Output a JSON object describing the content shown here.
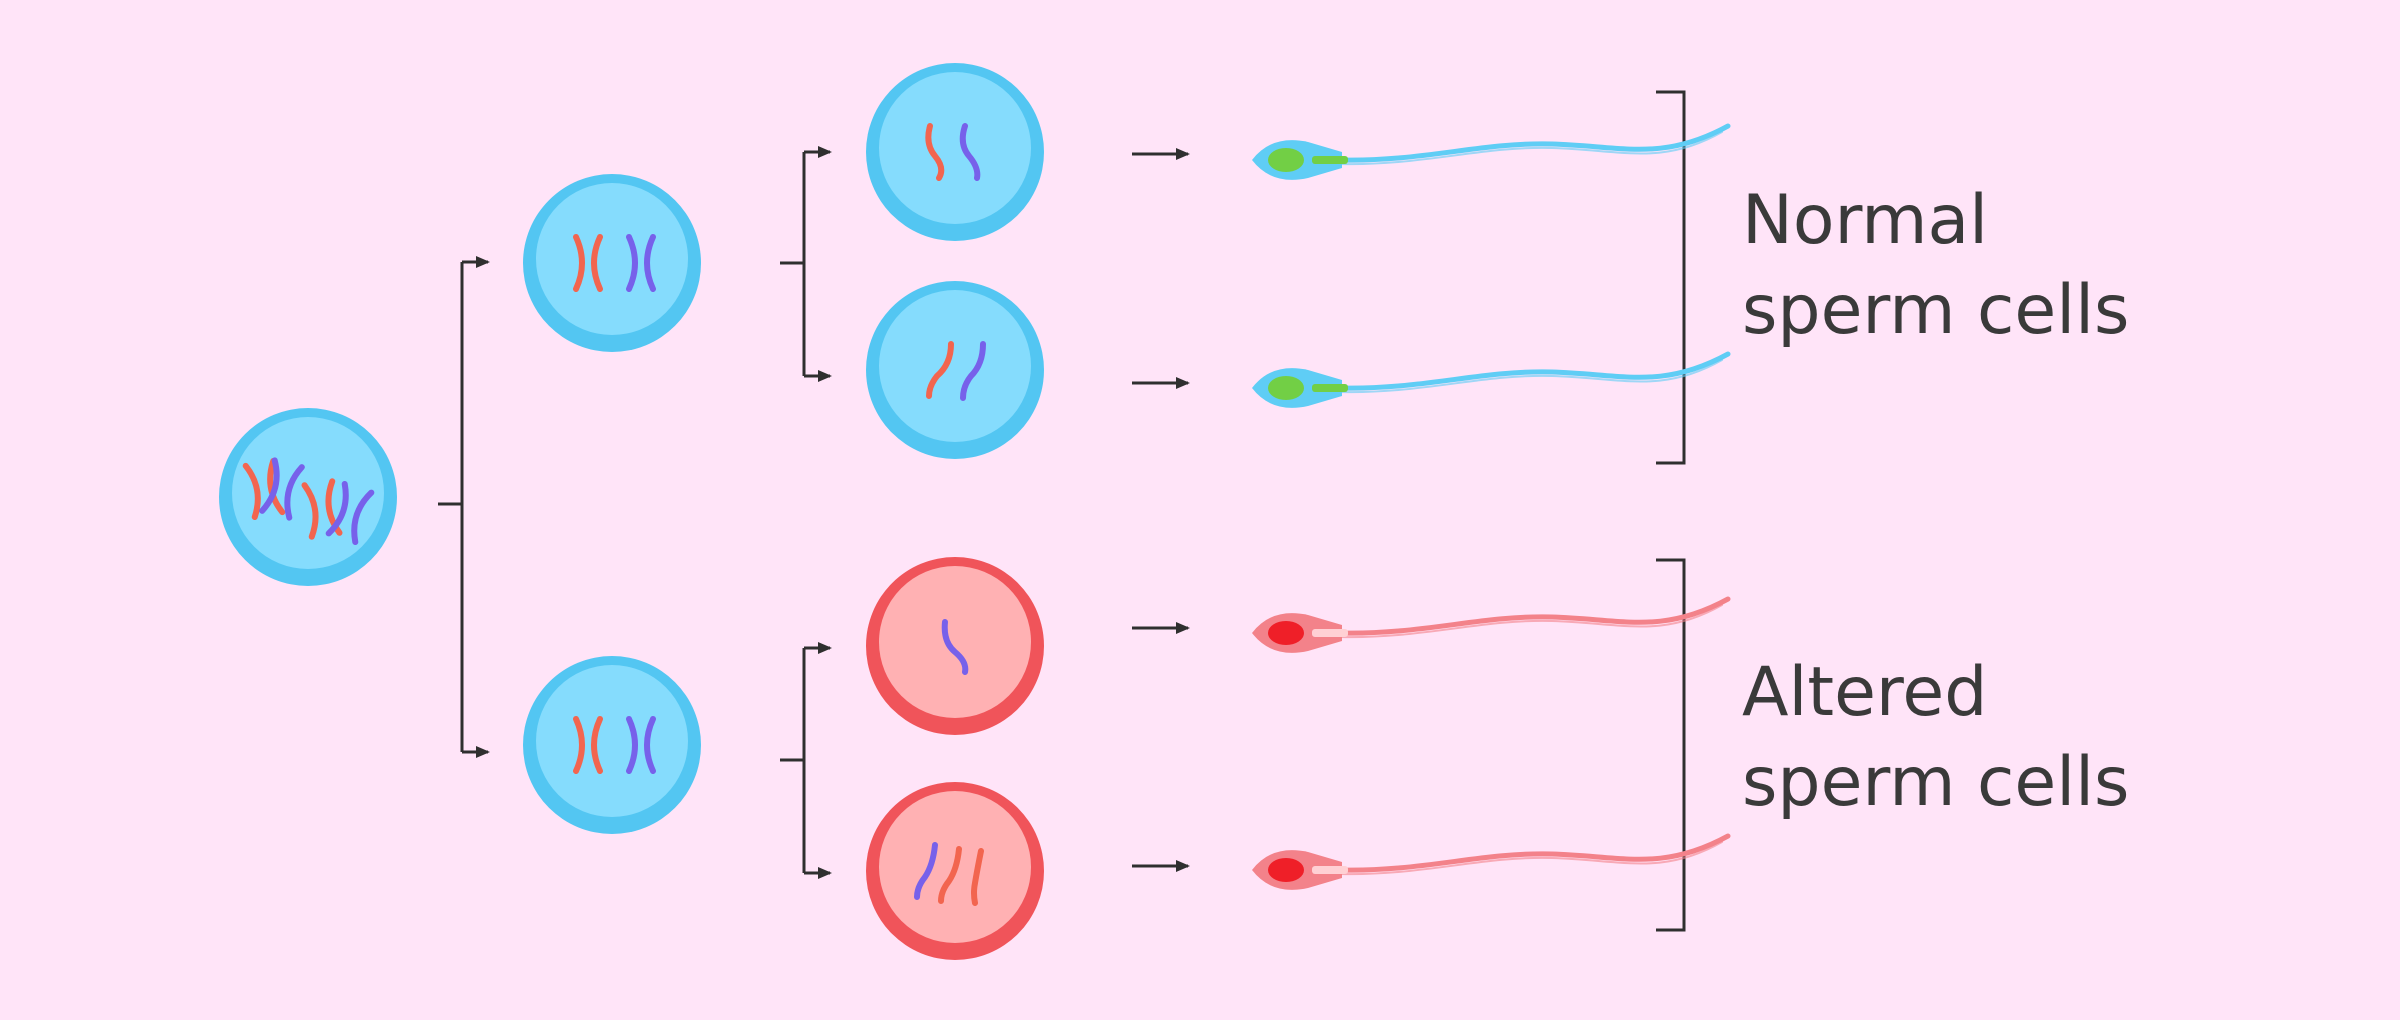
{
  "labels": {
    "normal": "Normal\nsperm cells",
    "altered": "Altered\nsperm cells"
  },
  "groups": [
    {
      "name": "normal",
      "members": [
        0,
        1
      ],
      "status": "normal"
    },
    {
      "name": "altered",
      "members": [
        2,
        3
      ],
      "status": "altered"
    }
  ],
  "cells": {
    "parent": {
      "status": "normal",
      "chromosome_pairs": 2
    },
    "secondary": [
      {
        "status": "normal",
        "chromosomes": [
          "red-x",
          "blue-x"
        ]
      },
      {
        "status": "normal",
        "chromosomes": [
          "red-x",
          "blue-x"
        ]
      }
    ],
    "gametes": [
      {
        "status": "normal",
        "chromosome_count": 2,
        "chromosomes": [
          "red",
          "blue"
        ]
      },
      {
        "status": "normal",
        "chromosome_count": 2,
        "chromosomes": [
          "red",
          "blue"
        ]
      },
      {
        "status": "altered",
        "chromosome_count": 1,
        "chromosomes": [
          "blue"
        ]
      },
      {
        "status": "altered",
        "chromosome_count": 3,
        "chromosomes": [
          "blue",
          "red",
          "red"
        ]
      }
    ]
  },
  "colors": {
    "background": "#ffe4f8",
    "line": "#2f2f2f",
    "text": "#3a3a3a",
    "normal_cell": "#53c6f2",
    "normal_cell_inner": "#85dcfd",
    "altered_cell": "#f0545a",
    "altered_cell_inner": "#ffb1b3",
    "chromosome_red": "#f2654f",
    "chromosome_blue": "#7761ea",
    "normal_sperm_body": "#5fcdf5",
    "normal_sperm_head": "#72cf45",
    "altered_sperm_body": "#f3828a",
    "altered_sperm_head": "#ef1f28"
  }
}
